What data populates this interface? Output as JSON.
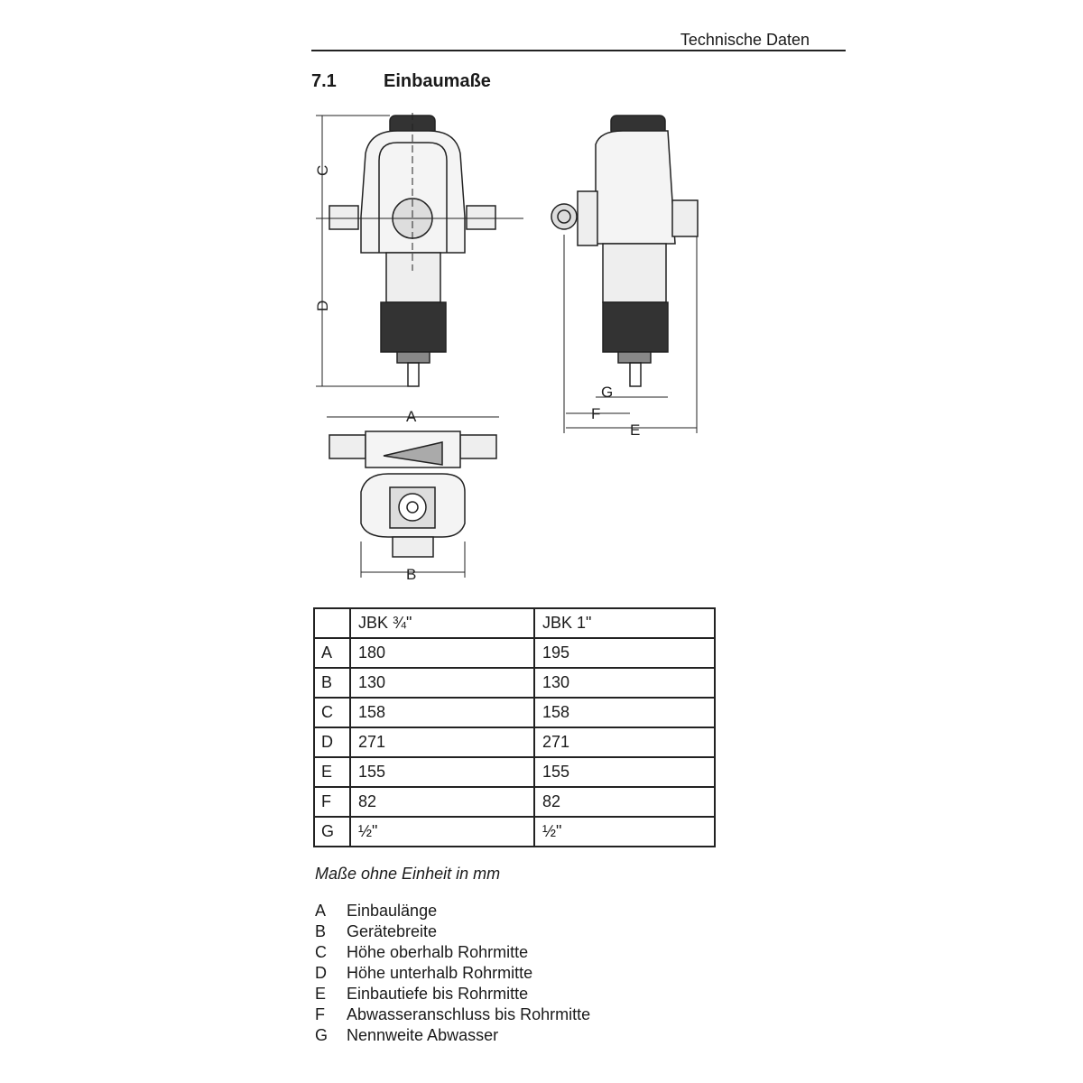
{
  "header": {
    "running_title": "Technische Daten"
  },
  "section": {
    "number": "7.1",
    "title": "Einbaumaße"
  },
  "drawing_labels": {
    "A": "A",
    "B": "B",
    "C": "C",
    "D": "D",
    "E": "E",
    "F": "F",
    "G": "G"
  },
  "table": {
    "columns": [
      "",
      "JBK ¾\"",
      "JBK 1\""
    ],
    "rows": [
      {
        "key": "A",
        "v1": "180",
        "v2": "195"
      },
      {
        "key": "B",
        "v1": "130",
        "v2": "130"
      },
      {
        "key": "C",
        "v1": "158",
        "v2": "158"
      },
      {
        "key": "D",
        "v1": "271",
        "v2": "271"
      },
      {
        "key": "E",
        "v1": "155",
        "v2": "155"
      },
      {
        "key": "F",
        "v1": "82",
        "v2": "82"
      },
      {
        "key": "G",
        "v1": "½\"",
        "v2": "½\""
      }
    ]
  },
  "caption": "Maße ohne Einheit in mm",
  "legend": [
    {
      "key": "A",
      "text": "Einbaulänge"
    },
    {
      "key": "B",
      "text": "Gerätebreite"
    },
    {
      "key": "C",
      "text": "Höhe oberhalb Rohrmitte"
    },
    {
      "key": "D",
      "text": "Höhe unterhalb Rohrmitte"
    },
    {
      "key": "E",
      "text": "Einbautiefe bis Rohrmitte"
    },
    {
      "key": "F",
      "text": "Abwasseranschluss bis Rohrmitte"
    },
    {
      "key": "G",
      "text": "Nennweite Abwasser"
    }
  ]
}
